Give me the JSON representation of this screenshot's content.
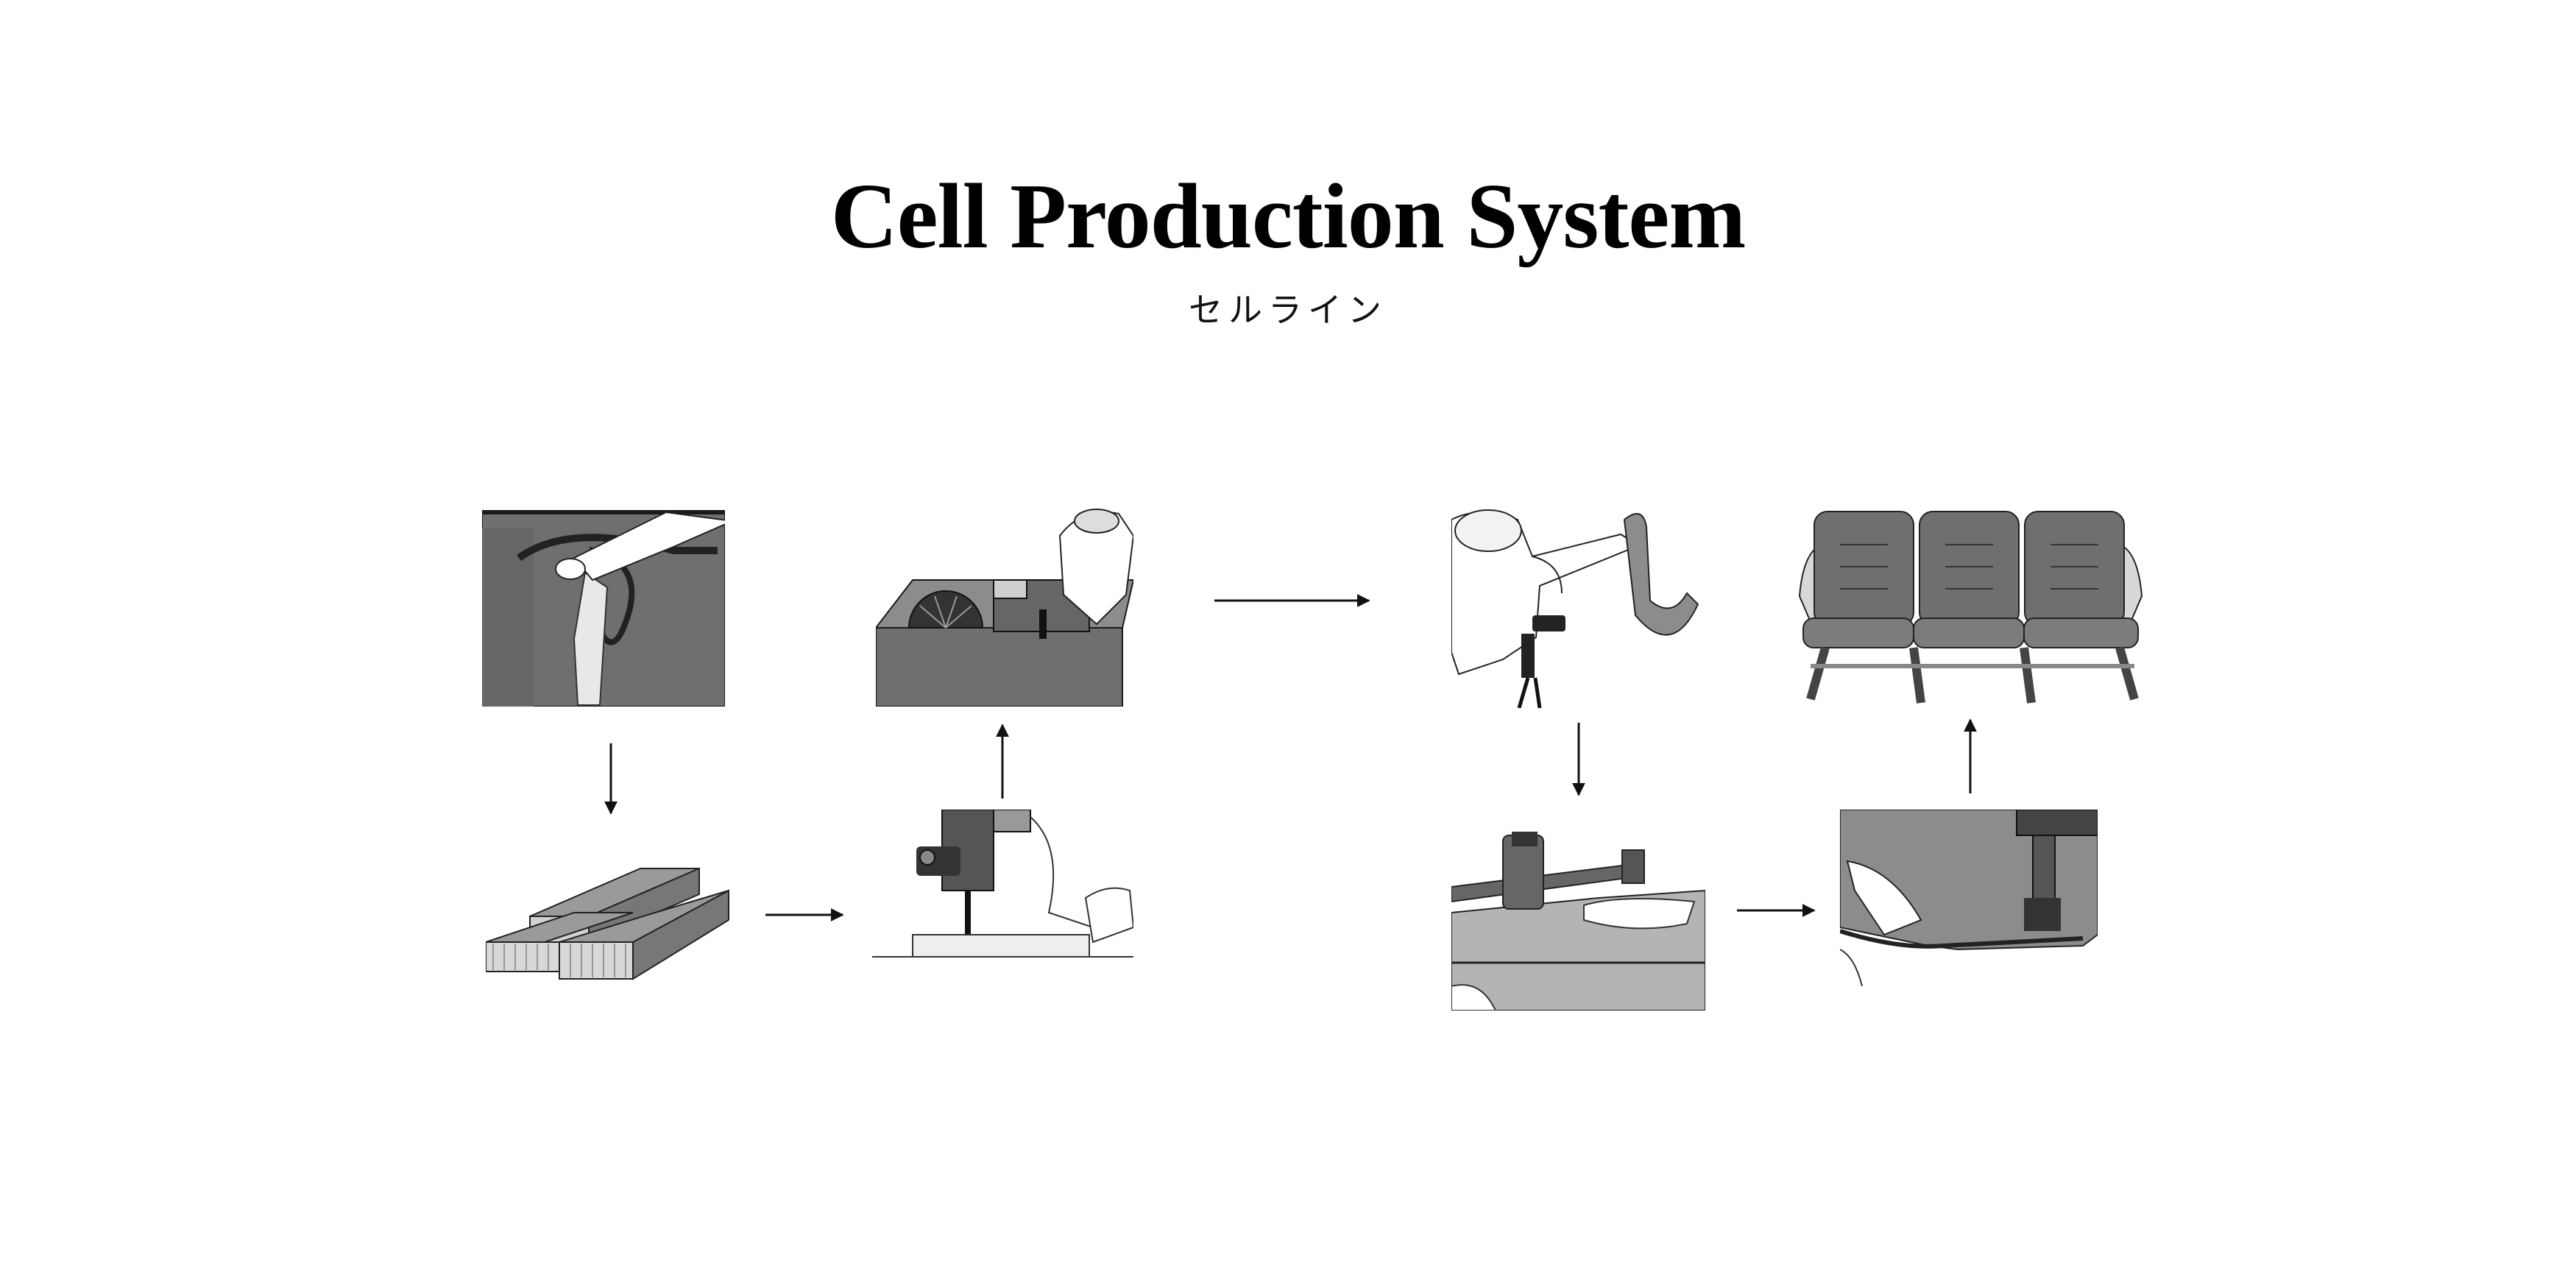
{
  "title": "Cell Production System",
  "subtitle": "セルライン",
  "colors": {
    "background": "#ffffff",
    "fill_dark": "#6f6f6f",
    "fill_mid": "#8c8c8c",
    "fill_light": "#b4b4b4",
    "line": "#1a1a1a"
  },
  "stages": [
    {
      "id": "stage-wood-bending",
      "icon": "wood-bending-illustration"
    },
    {
      "id": "stage-lumber-stack",
      "icon": "lumber-stack-illustration"
    },
    {
      "id": "stage-band-saw",
      "icon": "band-saw-illustration"
    },
    {
      "id": "stage-table-saw",
      "icon": "table-saw-illustration"
    },
    {
      "id": "stage-spray-finishing",
      "icon": "spray-gun-illustration"
    },
    {
      "id": "stage-fabric-cutting",
      "icon": "cnc-cutter-illustration"
    },
    {
      "id": "stage-sewing",
      "icon": "sewing-machine-illustration"
    },
    {
      "id": "stage-finished-sofa",
      "icon": "sofa-illustration"
    }
  ]
}
